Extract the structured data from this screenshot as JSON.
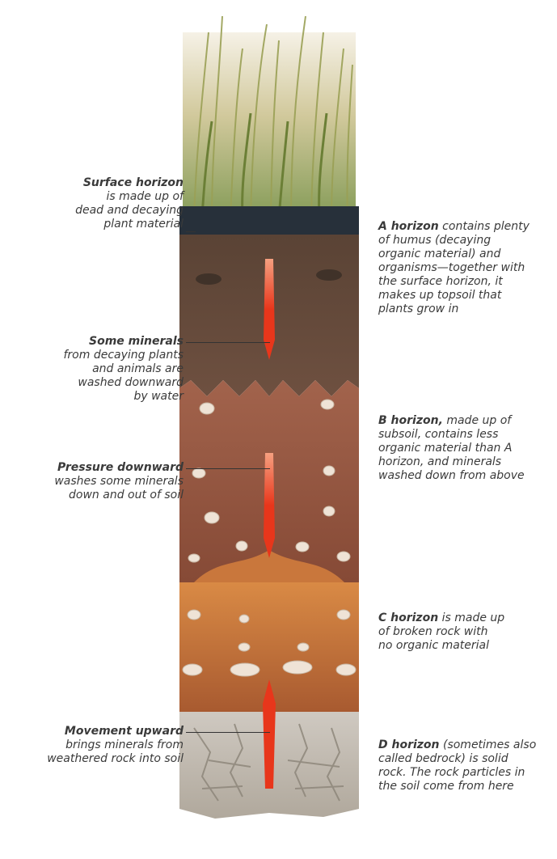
{
  "left_labels": [
    {
      "title": "Surface horizon",
      "lines": [
        "is made up of",
        "dead and decaying",
        "plant material"
      ]
    },
    {
      "title": "Some minerals",
      "lines": [
        "from decaying plants",
        "and animals are",
        "washed downward",
        "by water"
      ]
    },
    {
      "title": "Pressure downward",
      "lines": [
        "washes some minerals",
        "down and out of soil"
      ]
    },
    {
      "title": "Movement upward",
      "lines": [
        "brings minerals from",
        "weathered rock into soil"
      ]
    }
  ],
  "right_labels": [
    {
      "title": "A horizon",
      "lines": [
        " contains plenty",
        "of humus (decaying",
        "organic material) and",
        "organisms—together with",
        "the surface horizon, it",
        "makes up topsoil that",
        "plants grow in"
      ]
    },
    {
      "title": "B horizon,",
      "lines": [
        " made up of",
        "subsoil, contains less",
        "organic material than A",
        "horizon, and minerals",
        "washed down from above"
      ]
    },
    {
      "title": "C horizon",
      "lines": [
        " is made up",
        "of broken rock with",
        "no organic material"
      ]
    },
    {
      "title": "D horizon",
      "lines": [
        " (sometimes also",
        "called bedrock) is solid",
        "rock. The rock particles in",
        "the soil come from here"
      ]
    }
  ],
  "colors": {
    "grass": "#8a9a4a",
    "surface": "#27303a",
    "a_horizon": "#6e4f3e",
    "b_horizon": "#8e5440",
    "c_horizon": "#c06a35",
    "d_horizon": "#b9b2a8",
    "arrow": "#e8361b"
  }
}
